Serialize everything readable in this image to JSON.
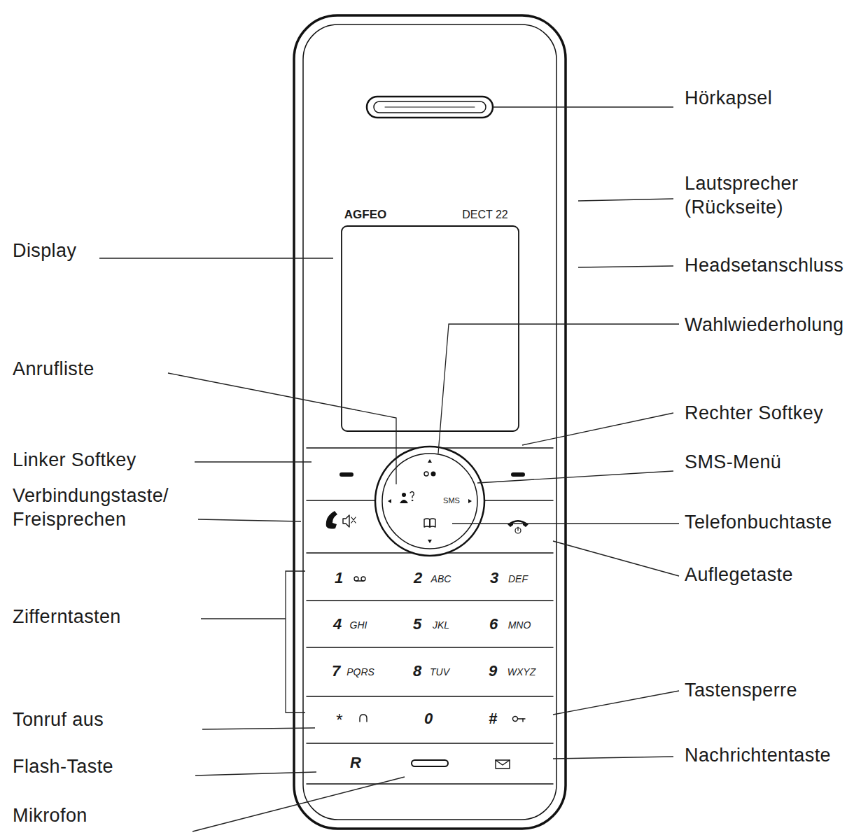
{
  "diagram": {
    "labels": [
      "Hörkapsel",
      "Lautsprecher (Rückseite)",
      "Headsetanschluss",
      "Wahlwiederholung",
      "Rechter Softkey",
      "SMS-Menü",
      "Telefonbuchtaste",
      "Auflegetaste",
      "Tastensperre",
      "Nachrichtentaste",
      "Display",
      "Anrufliste",
      "Linker Softkey",
      "Verbindungstaste/ Freisprechen",
      "Zifferntasten",
      "Tonruf aus",
      "Flash-Taste",
      "Mikrofon",
      "AGFEO",
      "DECT 22",
      "SMS",
      "1",
      "2",
      "ABC",
      "3",
      "DEF",
      "4",
      "GHI",
      "5",
      "JKL",
      "6",
      "MNO",
      "7",
      "PQRS",
      "8",
      "TUV",
      "9",
      "WXYZ",
      "*",
      "0",
      "#",
      "R"
    ]
  }
}
